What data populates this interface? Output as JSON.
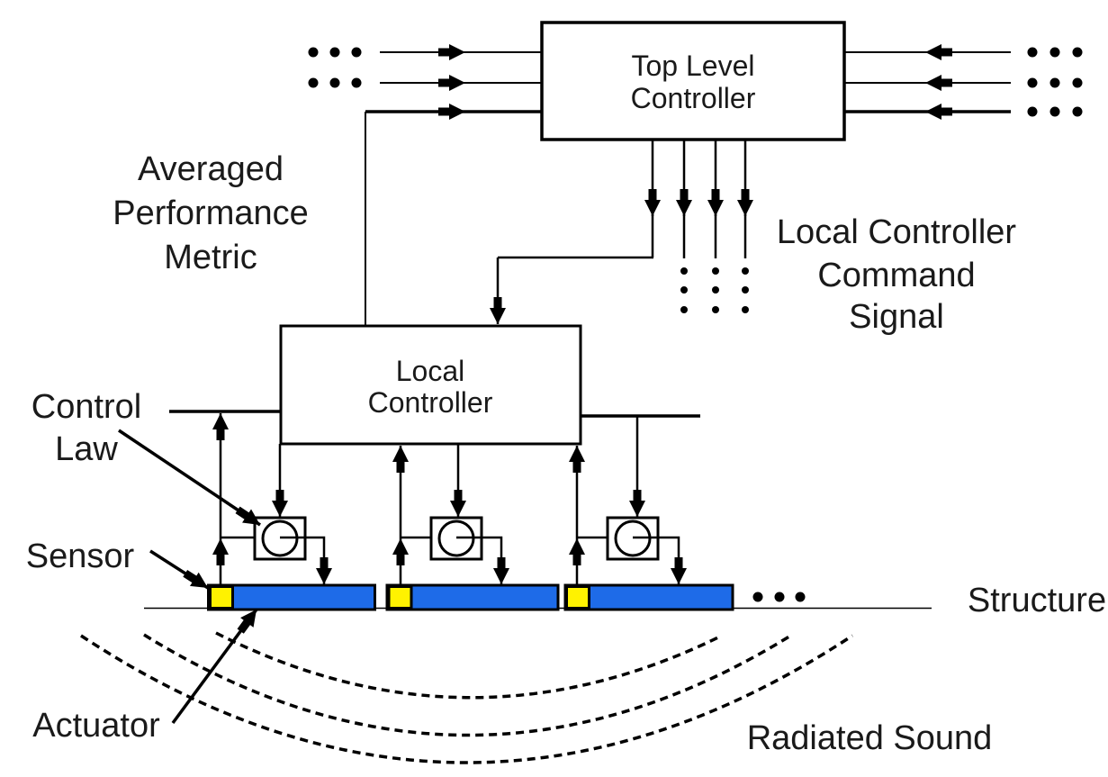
{
  "diagram": {
    "top_level_controller": {
      "lines": [
        "Top Level",
        "Controller"
      ]
    },
    "local_controller": {
      "lines": [
        "Local",
        "Controller"
      ]
    },
    "labels": {
      "averaged_performance_metric": {
        "lines": [
          "Averaged",
          "Performance",
          "Metric"
        ]
      },
      "local_controller_command_signal": {
        "lines": [
          "Local Controller",
          "Command",
          "Signal"
        ]
      },
      "control_law": {
        "lines": [
          "Control",
          "Law"
        ]
      },
      "sensor": "Sensor",
      "actuator": "Actuator",
      "structure": "Structure",
      "radiated_sound": "Radiated Sound"
    },
    "colors": {
      "actuator_bar": "#1e6be8",
      "sensor_square": "#fff200",
      "lines": "#000000",
      "text": "#1a1a1a",
      "background": "#ffffff"
    }
  }
}
